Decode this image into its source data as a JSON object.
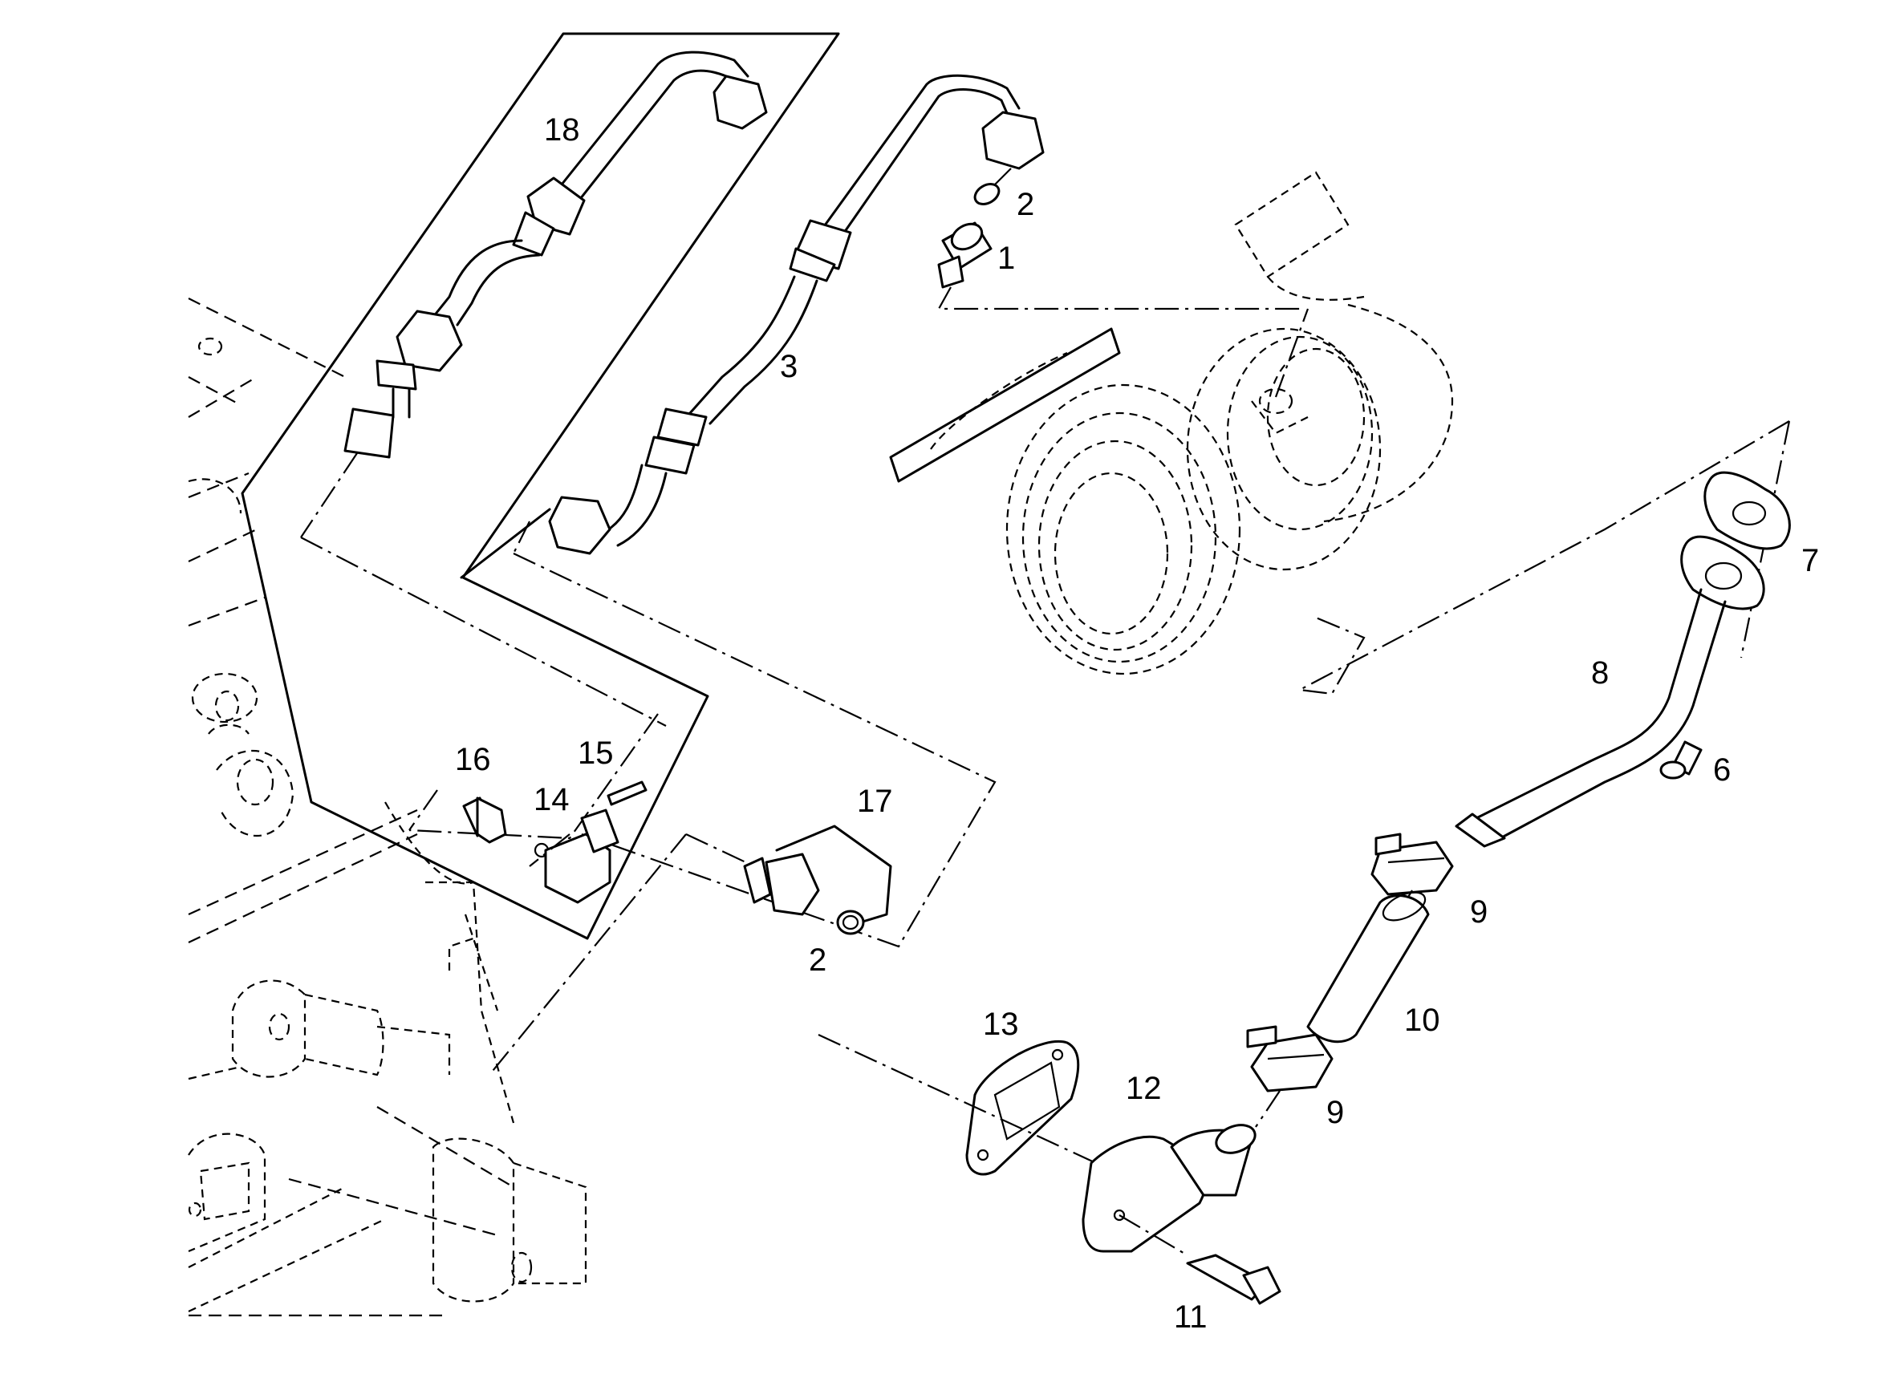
{
  "callouts": [
    {
      "id": "c18",
      "label": "18"
    },
    {
      "id": "c2a",
      "label": "2"
    },
    {
      "id": "c1",
      "label": "1"
    },
    {
      "id": "c3",
      "label": "3"
    },
    {
      "id": "c7",
      "label": "7"
    },
    {
      "id": "c8",
      "label": "8"
    },
    {
      "id": "c6",
      "label": "6"
    },
    {
      "id": "c16",
      "label": "16"
    },
    {
      "id": "c15",
      "label": "15"
    },
    {
      "id": "c14",
      "label": "14"
    },
    {
      "id": "c17",
      "label": "17"
    },
    {
      "id": "c2b",
      "label": "2"
    },
    {
      "id": "c9a",
      "label": "9"
    },
    {
      "id": "c10",
      "label": "10"
    },
    {
      "id": "c13",
      "label": "13"
    },
    {
      "id": "c12",
      "label": "12"
    },
    {
      "id": "c9b",
      "label": "9"
    },
    {
      "id": "c11",
      "label": "11"
    }
  ]
}
